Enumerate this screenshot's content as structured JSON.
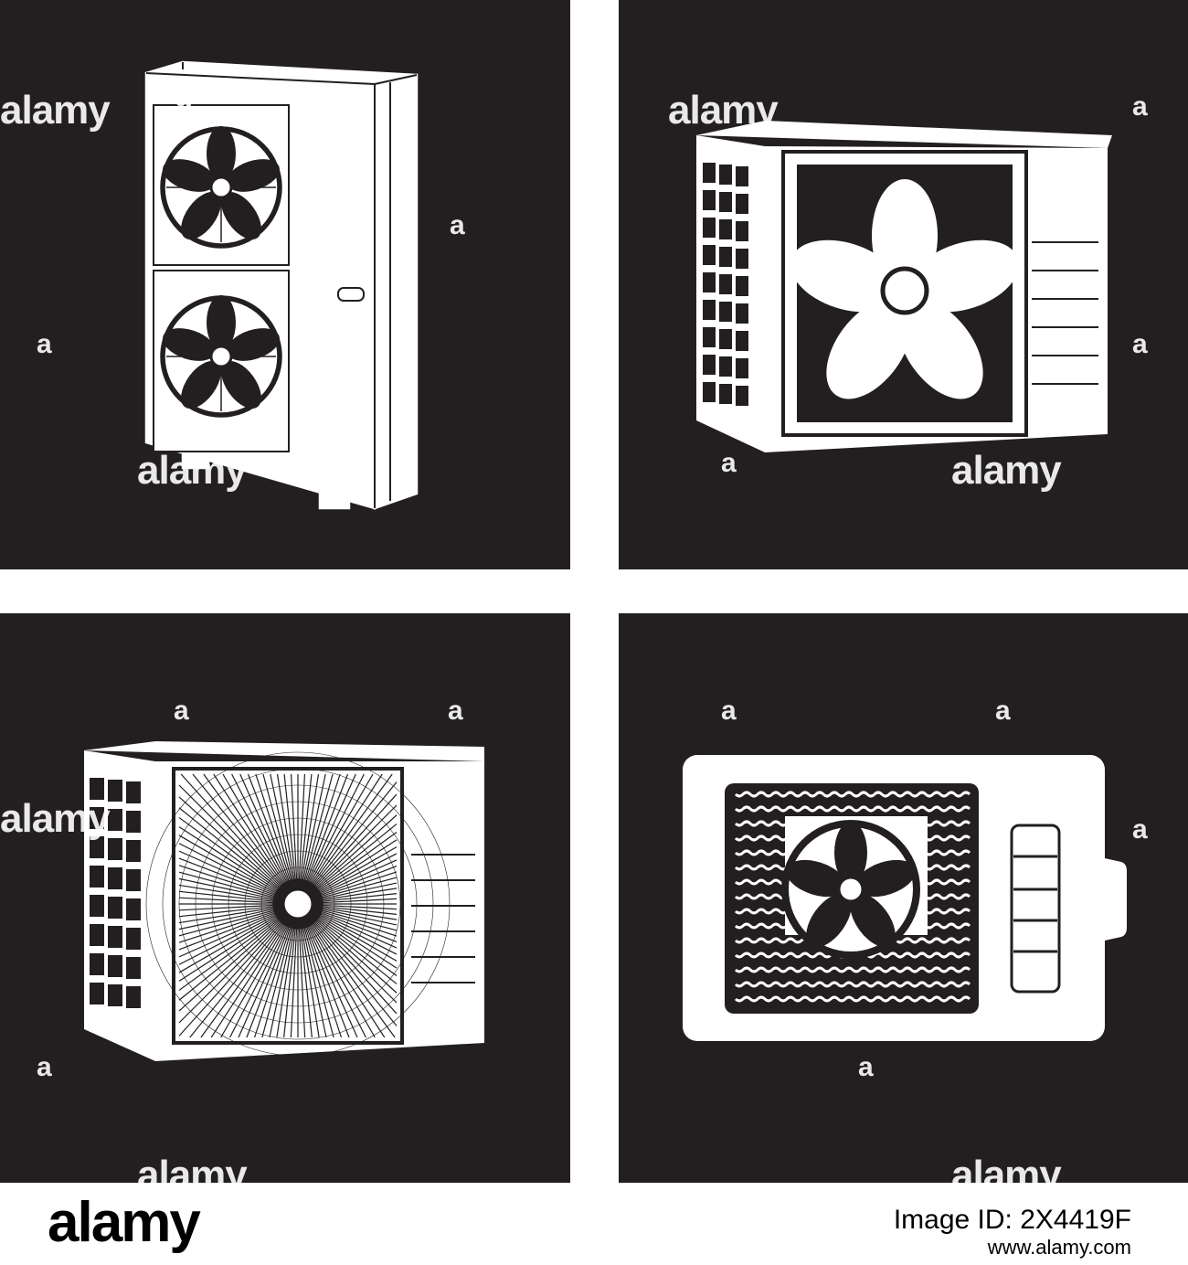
{
  "watermark": {
    "logo": "alamy",
    "letter": "a"
  },
  "footer": {
    "logo": "alamy",
    "image_id": "Image ID: 2X4419F",
    "url": "www.alamy.com"
  },
  "colors": {
    "panel_bg": "#231f20",
    "art": "#ffffff",
    "page_bg": "#ffffff"
  },
  "panels": [
    {
      "icon": "tall-twin-fan-outdoor-unit-icon"
    },
    {
      "icon": "wide-single-fan-outdoor-unit-icon"
    },
    {
      "icon": "mesh-grille-outdoor-unit-icon"
    },
    {
      "icon": "front-view-outdoor-unit-icon"
    }
  ]
}
